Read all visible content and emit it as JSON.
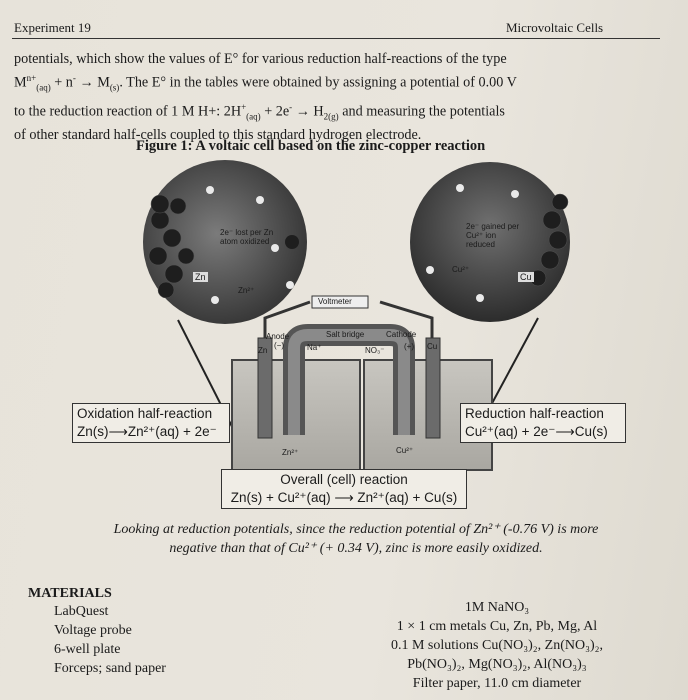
{
  "header": {
    "left": "Experiment 19",
    "right": "Microvoltaic Cells"
  },
  "intro": {
    "line1a": "potentials, which show the values of E° for various reduction half-reactions of the type",
    "line2a": "M",
    "line2b": "n+",
    "line2c": "(aq)",
    "line2d": " + n",
    "line2e": "-",
    "line2f": " → M",
    "line2g": "(s)",
    "line2h": ". The E° in the tables were obtained by assigning a potential of 0.00 V",
    "line3a": "to the reduction reaction of 1 M H+: 2H",
    "line3b": "+",
    "line3c": "(aq)",
    "line3d": " + 2e",
    "line3e": "-",
    "line3f": " → H",
    "line3g": "2(g)",
    "line3h": " and measuring the potentials",
    "line4": "of other standard half-cells coupled to this standard hydrogen electrode."
  },
  "figure": {
    "title": "Figure 1: A voltaic cell based on the zinc-copper reaction",
    "left_circle": {
      "note": "2e⁻ lost per Zn atom oxidized",
      "zn_label": "Zn",
      "ion_label": "Zn²⁺"
    },
    "right_circle": {
      "note": "2e⁻ gained per Cu²⁺ ion reduced",
      "ion_label": "Cu²⁺",
      "cu_label": "Cu"
    },
    "voltmeter": "Voltmeter",
    "anode": "Anode",
    "anode_sign": "(−)",
    "salt_bridge": "Salt bridge",
    "cathode": "Cathode",
    "cathode_sign": "(+)",
    "zn_electrode": "Zn",
    "cu_electrode": "Cu",
    "na_ion": "Na⁺",
    "no3_ion": "NO₃⁻",
    "zn_ion_beaker": "Zn²⁺",
    "cu_ion_beaker": "Cu²⁺",
    "oxidation_title": "Oxidation half-reaction",
    "oxidation_eq": "Zn(s)⟶Zn²⁺(aq) + 2e⁻",
    "reduction_title": "Reduction half-reaction",
    "reduction_eq": "Cu²⁺(aq) + 2e⁻⟶Cu(s)",
    "overall_title": "Overall (cell) reaction",
    "overall_eq": "Zn(s) + Cu²⁺(aq) ⟶ Zn²⁺(aq) + Cu(s)"
  },
  "caption": {
    "line1": "Looking at reduction potentials, since the reduction potential of Zn²⁺ (-0.76 V) is more",
    "line2": "negative than that of Cu²⁺ (+ 0.34 V), zinc is more easily oxidized."
  },
  "materials": {
    "heading": "MATERIALS",
    "left": [
      "LabQuest",
      "Voltage probe",
      "6-well plate",
      "Forceps; sand paper"
    ],
    "right": [
      "1M NaNO₃",
      "1 × 1 cm metals Cu, Zn, Pb, Mg, Al",
      "0.1 M solutions Cu(NO₃)₂, Zn(NO₃)₂,",
      "Pb(NO₃)₂, Mg(NO₃)₂, Al(NO₃)₃",
      "Filter paper, 11.0 cm diameter"
    ]
  }
}
